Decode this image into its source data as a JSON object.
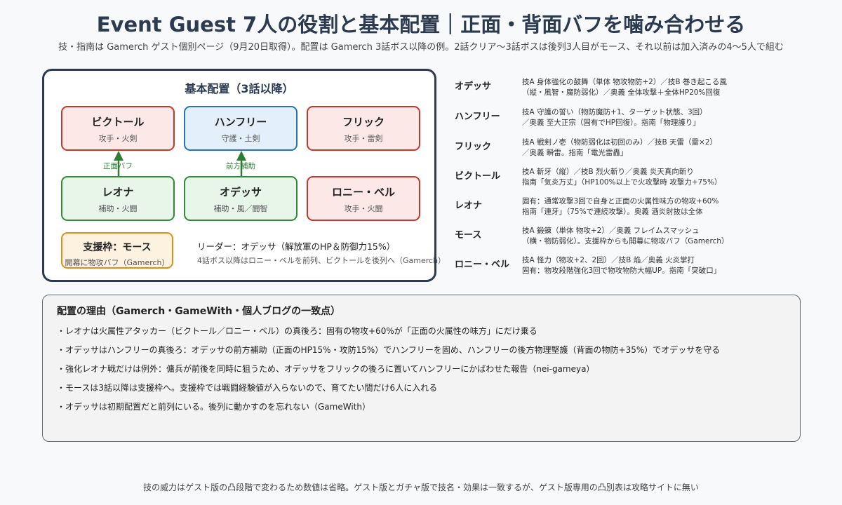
{
  "header": {
    "title": "Event Guest 7人の役割と基本配置｜正面・背面バフを噛み合わせる",
    "subtitle": "技・指南は Gamerch ゲスト個別ページ（9月20日取得）。配置は Gamerch 3話ボス以降の例。2話クリア〜3話ボスは後列3人目がモース、それ以前は加入済みの4〜5人で組む"
  },
  "formation": {
    "title": "基本配置（3話以降）",
    "front": [
      {
        "name": "ビクトール",
        "role": "攻手・火剣"
      },
      {
        "name": "ハンフリー",
        "role": "守護・土剣"
      },
      {
        "name": "フリック",
        "role": "攻手・雷剣"
      }
    ],
    "back": [
      {
        "name": "レオナ",
        "role": "補助・火闘"
      },
      {
        "name": "オデッサ",
        "role": "補助・風／闘智"
      },
      {
        "name": "ロニー・ベル",
        "role": "攻手・火闘"
      }
    ],
    "arrows": [
      "正面バフ",
      "前方補助"
    ],
    "support": {
      "name": "支援枠：モース",
      "role": "開幕に物攻バフ（Gamerch）"
    },
    "leader": "リーダー：オデッサ（解放軍のHP＆防御力15%）",
    "leader_note": "4話ボス以降はロニー・ベルを前列、ビクトールを後列へ（Gamerch）"
  },
  "skills": [
    {
      "name": "オデッサ",
      "lines": [
        "技A 身体強化の鼓舞（単体 物攻物防+2）／技B 巻き起こる風",
        "（縦・風智・魔防弱化）／奥義 全体攻撃＋全体HP20%回復"
      ]
    },
    {
      "name": "ハンフリー",
      "lines": [
        "技A 守護の誓い（物防魔防+1、ターゲット状態、3回）",
        "／奥義 至大正宗（固有でHP回復）。指南「物理護り」"
      ]
    },
    {
      "name": "フリック",
      "lines": [
        "技A 戦剣ノ壱（物防弱化は初回のみ）／技B 天雷（雷×2）",
        "／奥義 瞬雷。指南「電光雷轟」"
      ]
    },
    {
      "name": "ビクトール",
      "lines": [
        "技A 斬牙（縦）／技B 烈火斬り／奥義 炎天真向斬り",
        "指南「気炎万丈」（HP100%以上で火攻撃時 攻撃力+75%）"
      ]
    },
    {
      "name": "レオナ",
      "lines": [
        "固有：通常攻撃3回で自身と正面の火属性味方の物攻+60%",
        "指南「連牙」（75%で連続攻撃）。奥義 酒炎射抜は全体"
      ]
    },
    {
      "name": "モース",
      "lines": [
        "技A 鍛錬（単体 物攻+2）／奥義 フレイムスマッシュ",
        "（横・物防弱化）。支援枠からも開幕に物攻バフ（Gamerch）"
      ]
    },
    {
      "name": "ロニー・ベル",
      "lines": [
        "技A 怪力（物攻+2、2回）／技B 焔／奥義 火炎掌打",
        "固有：物攻段階強化3回で物攻物防大幅UP。指南「突破口」"
      ]
    }
  ],
  "reasons": {
    "title": "配置の理由（Gamerch・GameWith・個人ブログの一致点）",
    "items": [
      "・レオナは火属性アタッカー（ビクトール／ロニー・ベル）の真後ろ：固有の物攻+60%が「正面の火属性の味方」にだけ乗る",
      "・オデッサはハンフリーの真後ろ：オデッサの前方補助（正面のHP15%・攻防15%）でハンフリーを固め、ハンフリーの後方物理堅護（背面の物防+35%）でオデッサを守る",
      "・強化レオナ戦だけは例外：傭兵が前後を同時に狙うため、オデッサをフリックの後ろに置いてハンフリーにかばわせた報告（nei-gameya）",
      "・モースは3話以降は支援枠へ。支援枠では戦闘経験値が入らないので、育てたい間だけ6人に入れる",
      "・オデッサは初期配置だと前列にいる。後列に動かすのを忘れない（GameWith）"
    ]
  },
  "footnote": "技の威力はゲスト版の凸段階で変わるため数値は省略。ゲスト版とガチャ版で技名・効果は一致するが、ゲスト版専用の凸別表は攻略サイトに無い"
}
